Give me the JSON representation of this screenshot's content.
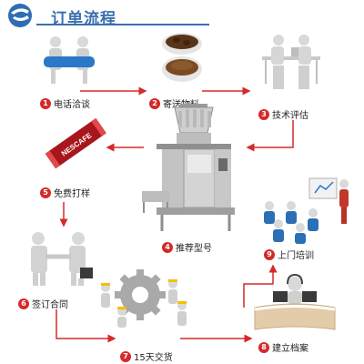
{
  "header": {
    "title": "订单流程"
  },
  "steps": [
    {
      "num": "1",
      "label": "电话洽谈"
    },
    {
      "num": "2",
      "label": "寄送物料"
    },
    {
      "num": "3",
      "label": "技术评估"
    },
    {
      "num": "4",
      "label": "推荐型号"
    },
    {
      "num": "5",
      "label": "免费打样"
    },
    {
      "num": "6",
      "label": "签订合同"
    },
    {
      "num": "7",
      "label": "15天交货"
    },
    {
      "num": "8",
      "label": "建立档案"
    },
    {
      "num": "9",
      "label": "上门培训"
    }
  ],
  "product_pack": {
    "brand": "NESCAFE"
  },
  "colors": {
    "accent": "#d42a2a",
    "brand": "#3a6fb0"
  }
}
